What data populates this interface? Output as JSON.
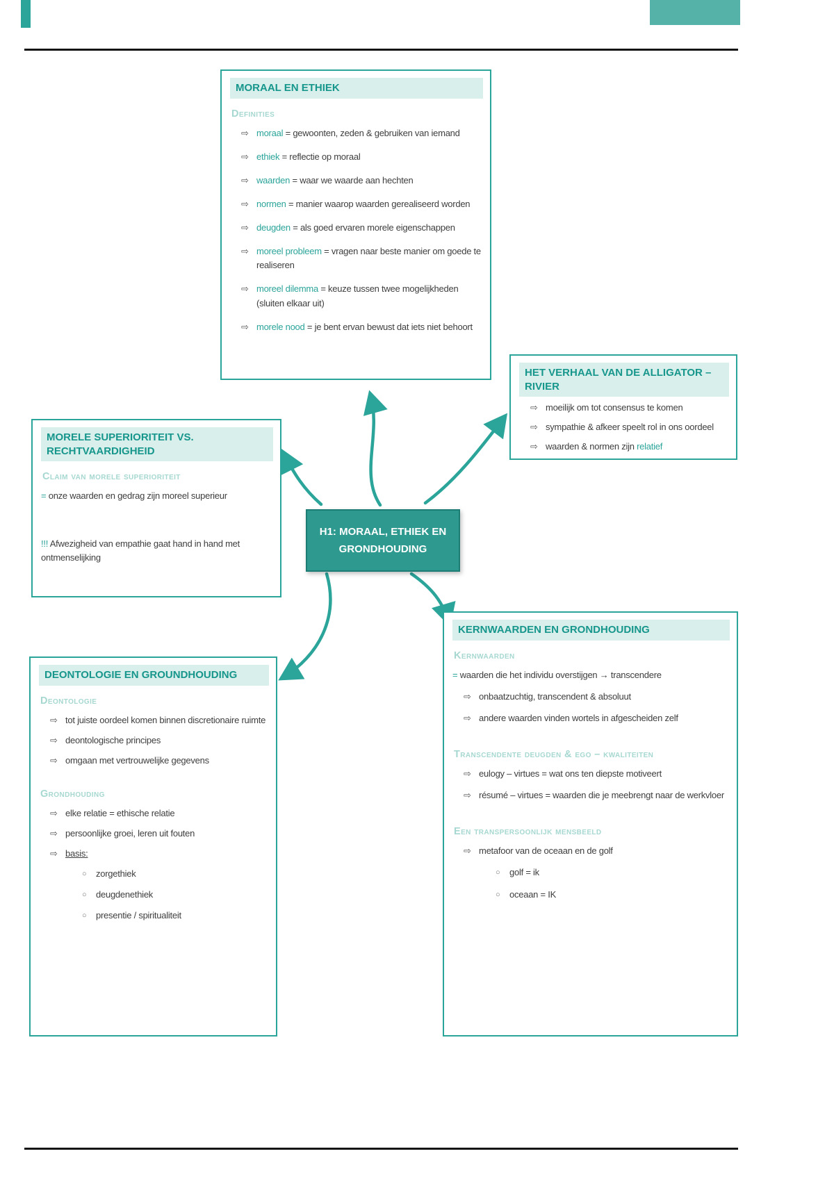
{
  "page": {
    "accent": "#2ba49a",
    "title_bg": "#d8efec",
    "subheader_color": "#a6d8d1",
    "text_color": "#3e3e3e"
  },
  "central": {
    "title": "H1: MORAAL, ETHIEK EN GRONDHOUDING"
  },
  "boxes": {
    "moraal": {
      "title": "MORAAL EN ETHIEK",
      "sections": [
        {
          "heading": "Definities",
          "items": [
            {
              "bullet": "arrow",
              "indent": 1,
              "segments": [
                {
                  "text": "moraal ",
                  "accent": true
                },
                {
                  "text": "= gewoonten, zeden & gebruiken van iemand"
                }
              ]
            },
            {
              "bullet": "arrow",
              "indent": 1,
              "segments": [
                {
                  "text": "ethiek ",
                  "accent": true
                },
                {
                  "text": "= reflectie op moraal"
                }
              ]
            },
            {
              "bullet": "arrow",
              "indent": 1,
              "segments": [
                {
                  "text": "waarden ",
                  "accent": true
                },
                {
                  "text": "= waar we waarde aan hechten"
                }
              ]
            },
            {
              "bullet": "arrow",
              "indent": 1,
              "segments": [
                {
                  "text": "normen ",
                  "accent": true
                },
                {
                  "text": "= manier waarop waarden gerealiseerd worden"
                }
              ]
            },
            {
              "bullet": "arrow",
              "indent": 1,
              "segments": [
                {
                  "text": "deugden ",
                  "accent": true
                },
                {
                  "text": "= als goed ervaren morele eigenschappen"
                }
              ]
            },
            {
              "bullet": "arrow",
              "indent": 1,
              "segments": [
                {
                  "text": "moreel probleem ",
                  "accent": true
                },
                {
                  "text": "= vragen naar beste manier om goede te realiseren"
                }
              ]
            },
            {
              "bullet": "arrow",
              "indent": 1,
              "segments": [
                {
                  "text": "moreel dilemma ",
                  "accent": true
                },
                {
                  "text": "= keuze tussen twee mogelijkheden (sluiten elkaar uit)"
                }
              ]
            },
            {
              "bullet": "arrow",
              "indent": 1,
              "segments": [
                {
                  "text": "morele nood ",
                  "accent": true
                },
                {
                  "text": "= je bent ervan bewust dat iets niet behoort"
                }
              ]
            }
          ]
        }
      ]
    },
    "alligator": {
      "title": "HET VERHAAL VAN DE ALLIGATOR – RIVIER",
      "sections": [
        {
          "heading": null,
          "items": [
            {
              "bullet": "arrow",
              "indent": 1,
              "segments": [
                {
                  "text": "moeilijk om tot consensus te komen"
                }
              ]
            },
            {
              "bullet": "arrow",
              "indent": 1,
              "segments": [
                {
                  "text": "sympathie & afkeer speelt rol in ons oordeel"
                }
              ]
            },
            {
              "bullet": "arrow",
              "indent": 1,
              "segments": [
                {
                  "text": "waarden & normen zijn "
                },
                {
                  "text": "relatief",
                  "accent": true
                }
              ]
            }
          ]
        }
      ]
    },
    "superioriteit": {
      "title": "MORELE SUPERIORITEIT VS. RECHTVAARDIGHEID",
      "sections": [
        {
          "heading": "Claim van morele superioriteit",
          "items": [
            {
              "indent": 0,
              "segments": [
                {
                  "text": "= ",
                  "accent": true
                },
                {
                  "text": "onze waarden en gedrag zijn moreel superieur"
                }
              ]
            },
            {
              "spacer": true
            },
            {
              "indent": 0,
              "segments": [
                {
                  "text": "!!! ",
                  "accent": true
                },
                {
                  "text": "Afwezigheid van empathie gaat hand in hand met ontmenselijking"
                }
              ]
            }
          ]
        }
      ]
    },
    "deontologie": {
      "title": "DEONTOLOGIE EN GROUNDHOUDING",
      "sections": [
        {
          "heading": "Deontologie",
          "items": [
            {
              "bullet": "arrow",
              "indent": 1,
              "segments": [
                {
                  "text": "tot juiste oordeel komen binnen discretionaire ruimte"
                }
              ]
            },
            {
              "bullet": "arrow",
              "indent": 1,
              "segments": [
                {
                  "text": "deontologische principes"
                }
              ]
            },
            {
              "bullet": "arrow",
              "indent": 1,
              "segments": [
                {
                  "text": "omgaan met vertrouwelijke gegevens"
                }
              ]
            }
          ]
        },
        {
          "heading": "Grondhouding",
          "items": [
            {
              "bullet": "arrow",
              "indent": 1,
              "segments": [
                {
                  "text": "elke relatie = ethische relatie"
                }
              ]
            },
            {
              "bullet": "arrow",
              "indent": 1,
              "segments": [
                {
                  "text": "persoonlijke groei, leren uit fouten"
                }
              ]
            },
            {
              "bullet": "arrow",
              "indent": 1,
              "segments": [
                {
                  "text": "basis:",
                  "underline": true
                }
              ]
            },
            {
              "bullet": "circle",
              "indent": 2,
              "segments": [
                {
                  "text": "zorgethiek"
                }
              ]
            },
            {
              "bullet": "circle",
              "indent": 2,
              "segments": [
                {
                  "text": "deugdenethiek"
                }
              ]
            },
            {
              "bullet": "circle",
              "indent": 2,
              "segments": [
                {
                  "text": "presentie / spiritualiteit"
                }
              ]
            }
          ]
        }
      ]
    },
    "kernwaarden": {
      "title": "KERNWAARDEN EN GRONDHOUDING",
      "sections": [
        {
          "heading": "Kernwaarden",
          "items": [
            {
              "indent": 0,
              "segments": [
                {
                  "text": "= ",
                  "accent": true
                },
                {
                  "text": "waarden die het individu overstijgen → transcendere"
                }
              ]
            },
            {
              "bullet": "arrow",
              "indent": 1,
              "segments": [
                {
                  "text": "onbaatzuchtig, transcendent & absoluut"
                }
              ]
            },
            {
              "bullet": "arrow",
              "indent": 1,
              "segments": [
                {
                  "text": "andere waarden vinden wortels in afgescheiden zelf"
                }
              ]
            }
          ]
        },
        {
          "heading": "Transcendente deugden & ego – kwaliteiten",
          "items": [
            {
              "bullet": "arrow",
              "indent": 1,
              "segments": [
                {
                  "text": "eulogy – virtues = wat ons ten diepste motiveert"
                }
              ]
            },
            {
              "bullet": "arrow",
              "indent": 1,
              "segments": [
                {
                  "text": "résumé – virtues = waarden die je meebrengt naar de werkvloer"
                }
              ]
            }
          ]
        },
        {
          "heading": "Een transpersoonlijk mensbeeld",
          "items": [
            {
              "bullet": "arrow",
              "indent": 1,
              "segments": [
                {
                  "text": "metafoor van de oceaan en de golf"
                }
              ]
            },
            {
              "bullet": "circle",
              "indent": 2,
              "segments": [
                {
                  "text": "golf = ik"
                }
              ]
            },
            {
              "bullet": "circle",
              "indent": 2,
              "segments": [
                {
                  "text": "oceaan = IK"
                }
              ]
            }
          ]
        }
      ]
    }
  }
}
